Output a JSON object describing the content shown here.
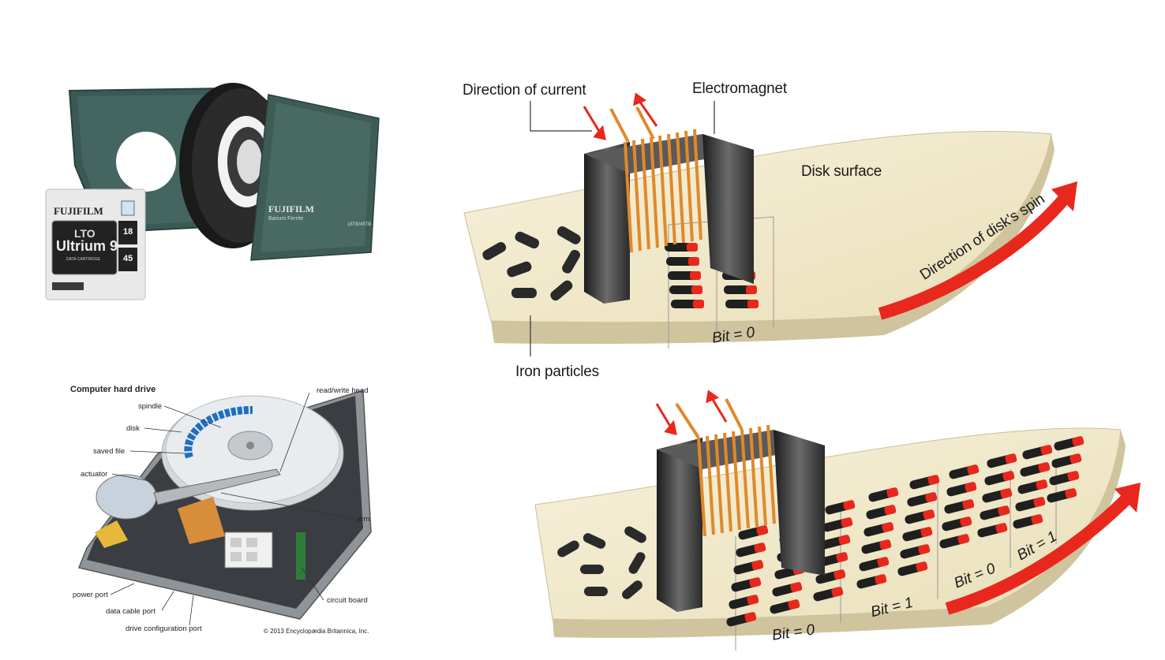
{
  "tape": {
    "brand_front": "FUJIFILM",
    "brand_back": "FUJIFILM",
    "product_line1": "LTO",
    "product_line2": "Ultrium 9",
    "product_sub": "DATA CARTRIDGE",
    "cap_native": "18",
    "cap_compressed": "45",
    "media_type": "Barium Ferrite",
    "back_capacity": "18TB/45TB"
  },
  "hard_drive": {
    "title": "Computer hard drive",
    "labels": {
      "read_write_head": "read/write head",
      "spindle": "spindle",
      "disk": "disk",
      "saved_file": "saved file",
      "actuator": "actuator",
      "arm": "arm",
      "power_port": "power port",
      "data_cable_port": "data cable port",
      "drive_configuration_port": "drive configuration port",
      "circuit_board": "circuit board"
    },
    "credit": "© 2013 Encyclopædia Britannica, Inc."
  },
  "magnet_top": {
    "direction_of_current": "Direction of current",
    "electromagnet": "Electromagnet",
    "disk_surface": "Disk surface",
    "direction_of_spin": "Direction of disk's spin",
    "iron_particles": "Iron particles",
    "bit_label": "Bit = 0"
  },
  "magnet_bottom": {
    "bits": [
      "Bit = 0",
      "Bit = 1",
      "Bit = 0",
      "Bit = 1"
    ]
  },
  "colors": {
    "tape_green": "#3e5c56",
    "coil_orange": "#e0892a",
    "arrow_red": "#e8281c",
    "disk_cream": "#f3ecd2",
    "hd_blue": "#1f6fc0"
  }
}
